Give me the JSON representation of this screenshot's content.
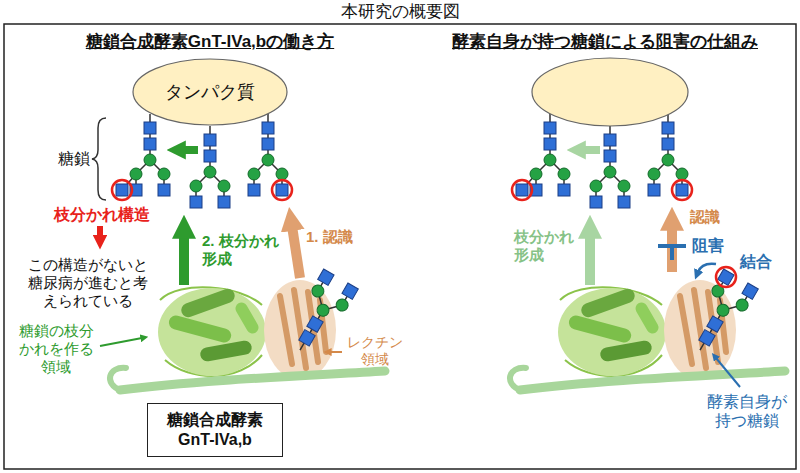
{
  "diagram": {
    "title": "本研究の概要図",
    "nodes": [
      {
        "text": [
          "タンパク質"
        ]
      },
      {
        "text": [
          "糖鎖合成酵素 GnT-IVa,b"
        ]
      }
    ],
    "labels": [
      "糖鎖合成酵素GnT-IVa,bの働き方",
      "酵素自身が持つ糖鎖による阻害の仕組み",
      "糖鎖",
      "枝分かれ構造",
      "この構造がないと糖尿病が進むと考えられている",
      "2. 枝分かれ形成",
      "1. 認識",
      "糖鎖の枝分かれを作る領域",
      "レクチン領域",
      "枝分かれ形成",
      "認識",
      "阻害",
      "結合",
      "酵素自身が持つ糖鎖"
    ]
  }
}
